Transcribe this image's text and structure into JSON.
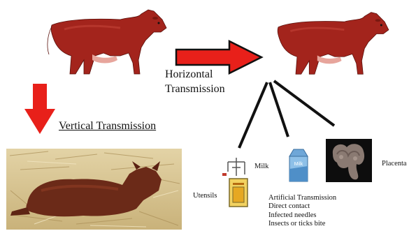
{
  "labels": {
    "vertical": "Vertical Transmission",
    "horizontal_line1": "Horizontal",
    "horizontal_line2": "Transmission",
    "milk": "Milk",
    "utensils": "Utensils",
    "placenta": "Placenta",
    "milk_carton_text": "Milk"
  },
  "routes": [
    "Artificial Transmission",
    "Direct contact",
    "Infected needles",
    "Insects or ticks bite"
  ],
  "colors": {
    "arrow_red": "#e8201a",
    "cow_body": "#a3241c",
    "cow_shade": "#6e150f",
    "straw": "#d8c595",
    "calf": "#6b2a18"
  }
}
